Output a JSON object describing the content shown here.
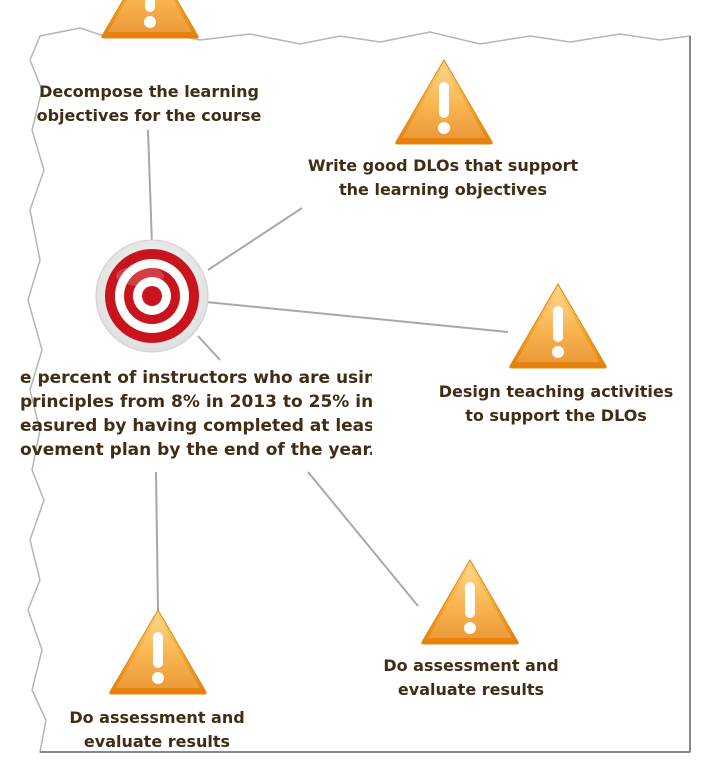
{
  "nodes": {
    "decompose": {
      "icon": "warning-icon",
      "lines": [
        "Decompose the learning",
        "objectives for the course"
      ]
    },
    "write_dlos": {
      "icon": "warning-icon",
      "lines": [
        "Write good DLOs that support",
        "the learning objectives"
      ]
    },
    "design": {
      "icon": "warning-icon",
      "lines": [
        "Design teaching activities",
        "to support the DLOs"
      ]
    },
    "assess_right": {
      "icon": "warning-icon",
      "lines": [
        "Do assessment and",
        "evaluate results"
      ]
    },
    "assess_left": {
      "icon": "warning-icon",
      "lines": [
        "Do assessment and",
        "evaluate results"
      ]
    }
  },
  "goal": {
    "icon": "target-icon",
    "lines": [
      "e percent of instructors who are using",
      "principles from 8% in 2013 to 25% in",
      "easured by having completed at least",
      "ovement plan by the end of the year."
    ]
  },
  "colors": {
    "text": "#3f2e14",
    "connector": "#a8a8a8",
    "warning_top": "#ffd37a",
    "warning_bottom": "#e67e0b",
    "target_red": "#c8141c",
    "target_white": "#ffffff"
  }
}
